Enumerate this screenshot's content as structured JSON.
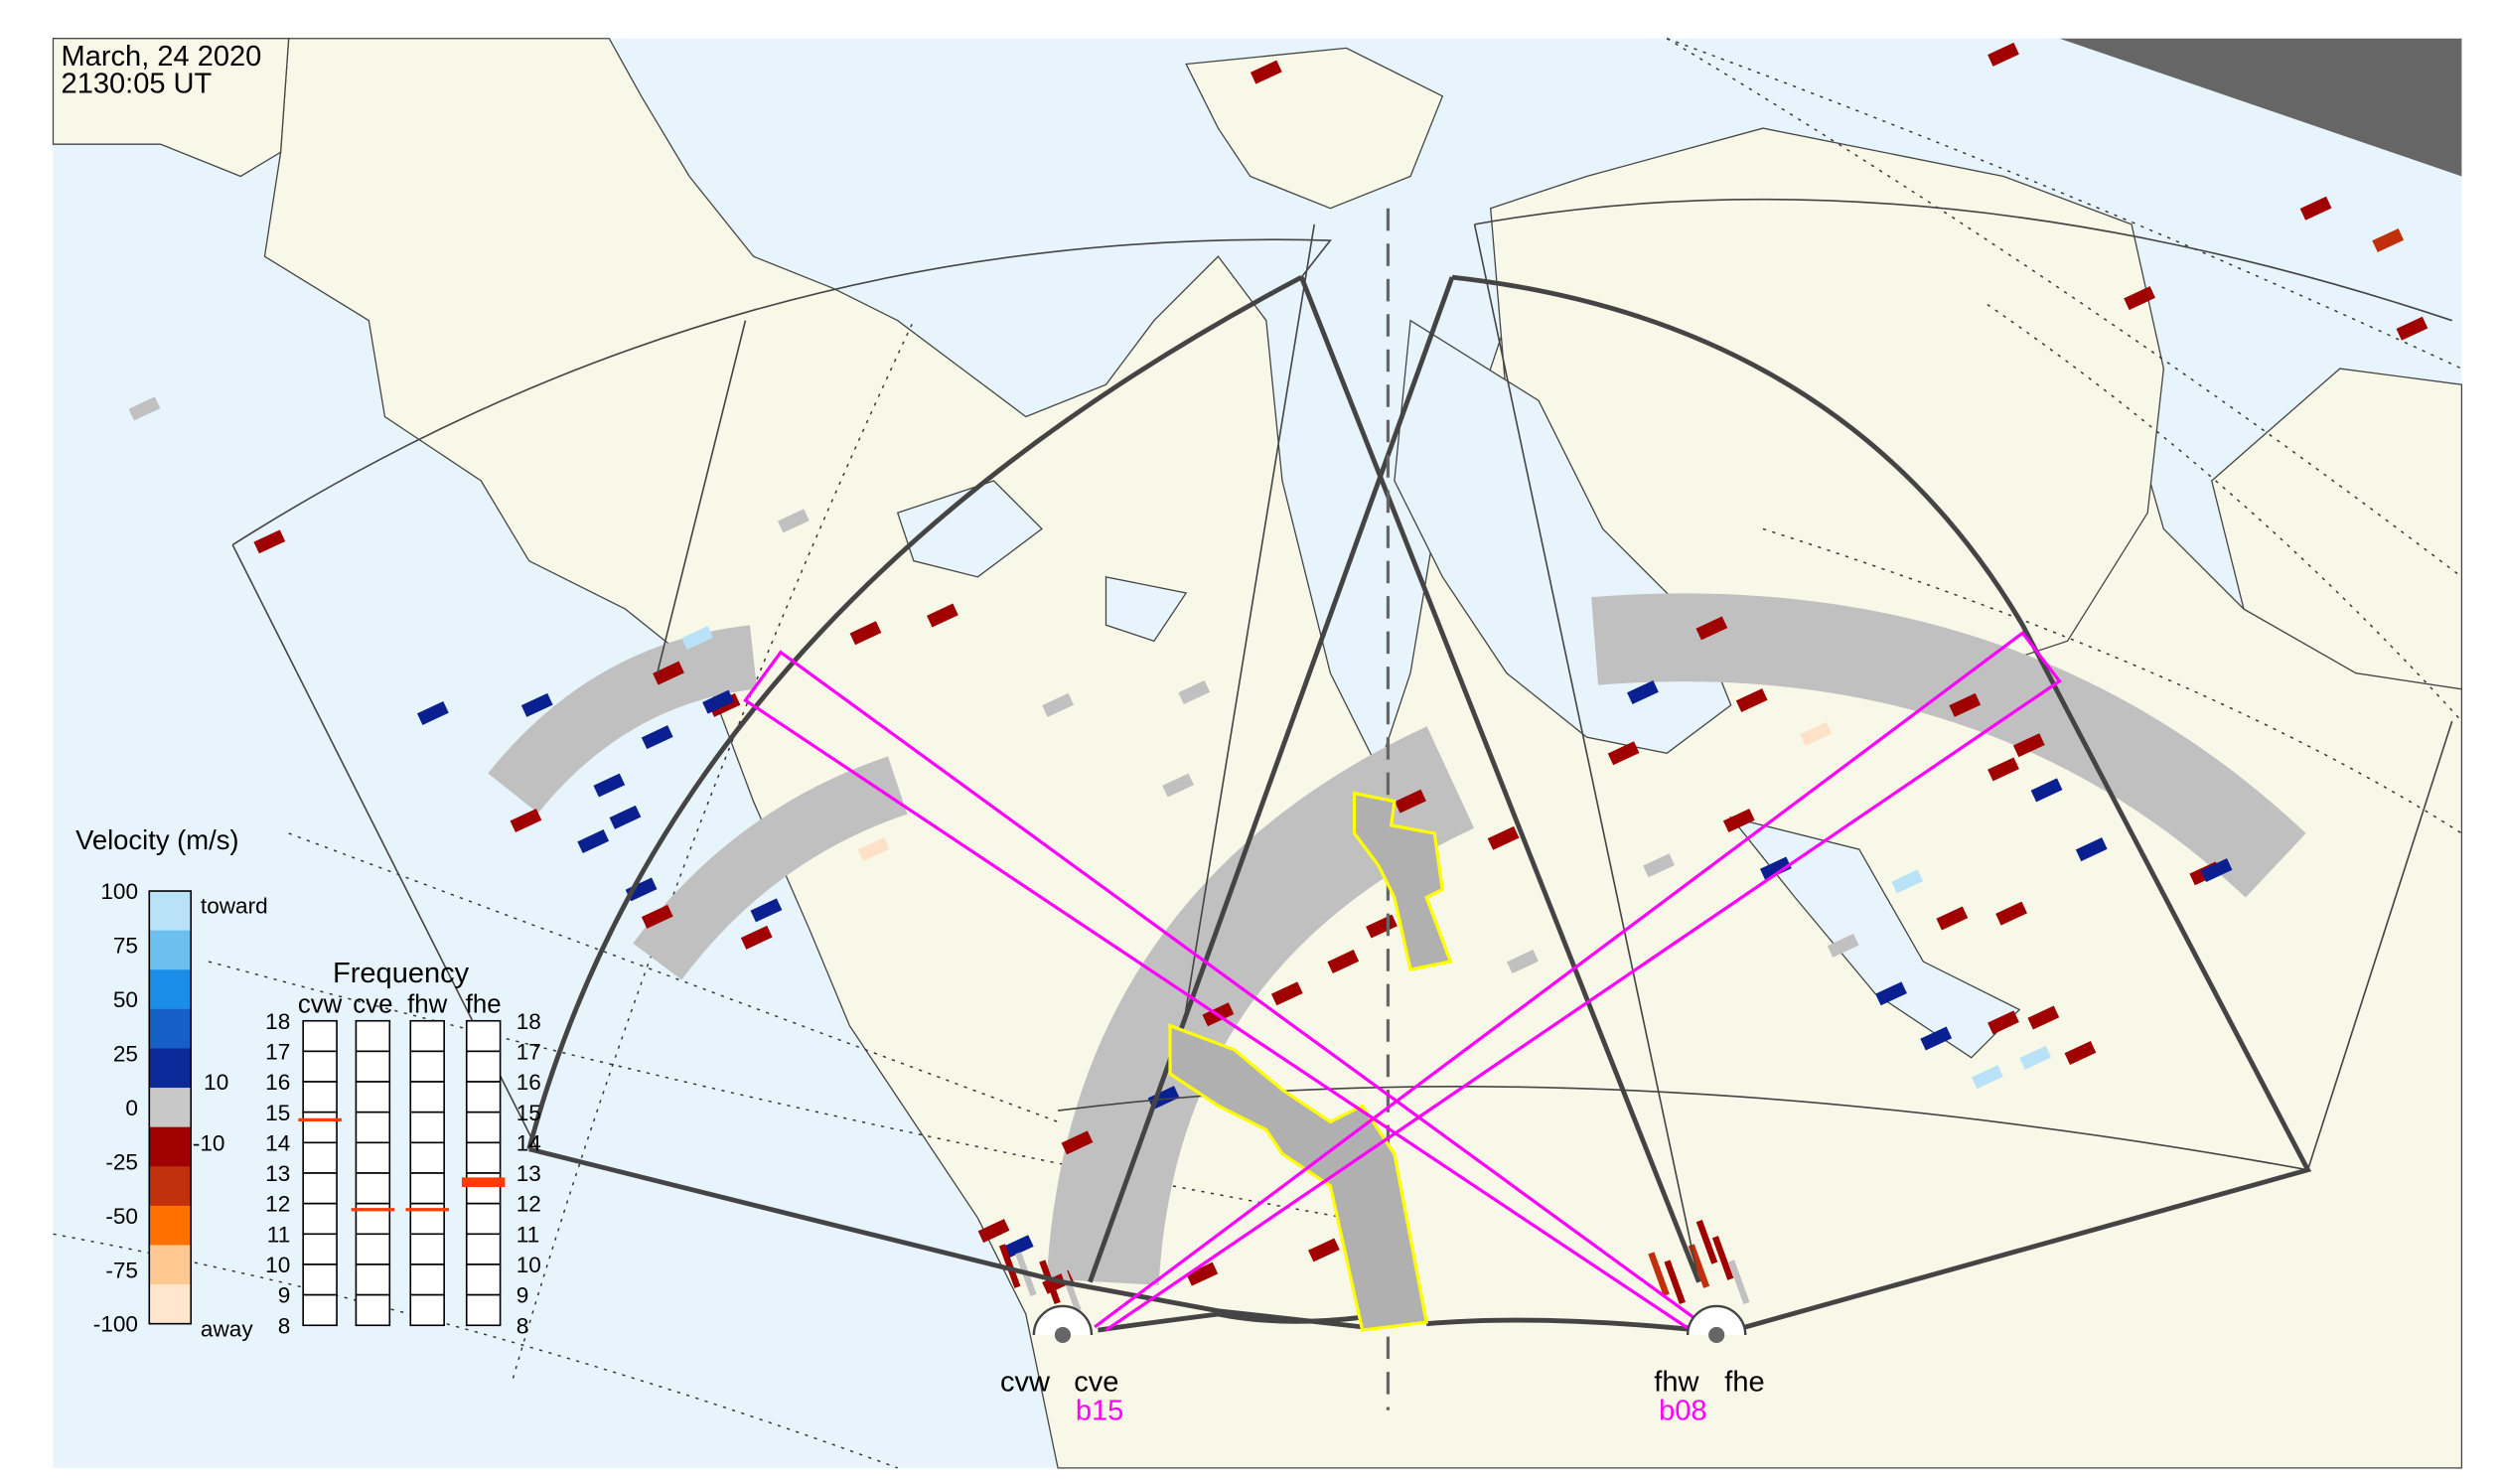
{
  "header": {
    "date": "March, 24 2020",
    "time": "2130:05 UT"
  },
  "velocity_legend": {
    "title": "Velocity (m/s)",
    "ticks": [
      "100",
      "75",
      "50",
      "25",
      "0",
      "-25",
      "-50",
      "-75",
      "-100"
    ],
    "toward_label": "toward",
    "away_label": "away",
    "ground_scatter_upper": "10",
    "ground_scatter_lower": "-10",
    "colors": [
      "#b9e2f8",
      "#6cc0f0",
      "#1a8de8",
      "#1560c8",
      "#0a2a9a",
      "#c8c8c8",
      "#a00000",
      "#c0300a",
      "#ff7000",
      "#ffc890",
      "#ffe6cc"
    ]
  },
  "frequency_panel": {
    "title": "Frequency",
    "unit_ticks": [
      "8",
      "9",
      "10",
      "11",
      "12",
      "13",
      "14",
      "15",
      "16",
      "17",
      "18"
    ],
    "radars": [
      {
        "name": "cvw",
        "freq_mhz": 14.75
      },
      {
        "name": "cve",
        "freq_mhz": 11.8
      },
      {
        "name": "fhw",
        "freq_mhz": 11.8
      },
      {
        "name": "fhe",
        "freq_mhz": 12.7
      }
    ]
  },
  "radars": {
    "cvw": "cvw",
    "cve": "cve",
    "fhw": "fhw",
    "fhe": "fhe",
    "cve_beam": "b15",
    "fhw_beam": "b08"
  },
  "colors": {
    "ocean": "#e8f4fc",
    "land": "#f7f8e8",
    "beam": "#ff00ff",
    "highlight": "#ffff00",
    "fov": "#444444",
    "ground_scatter": "#c0c0c0"
  }
}
